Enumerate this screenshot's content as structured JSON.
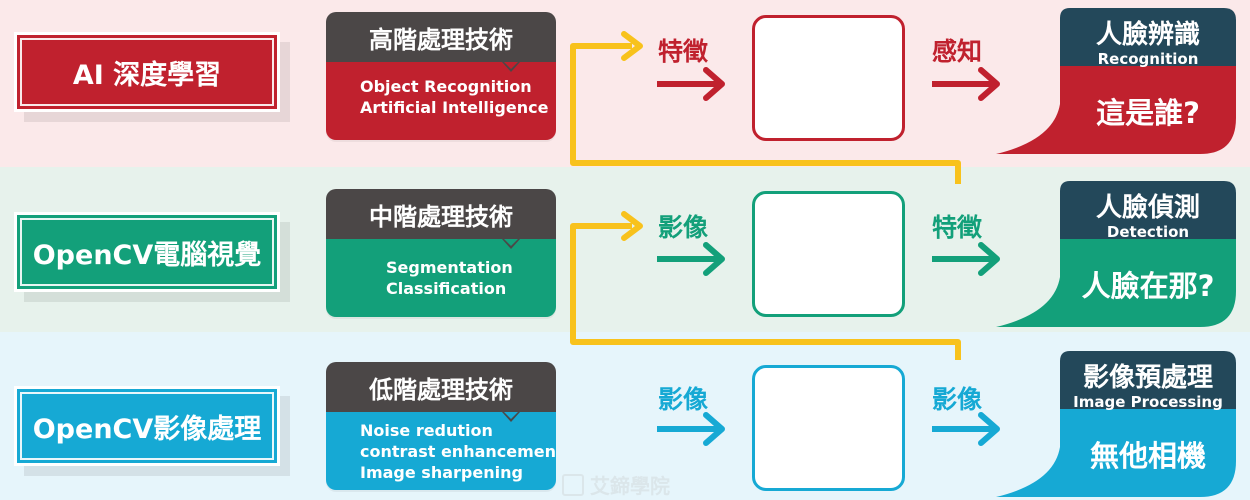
{
  "rows": [
    {
      "left_label": "AI 深度學習",
      "tech_title": "高階處理技術",
      "tech_lines": [
        "Object Recognition",
        "Artificial Intelligence"
      ],
      "in_label": "特徵",
      "out_label": "感知",
      "result_title": "人臉辨識",
      "result_sub": "Recognition",
      "result_question": "這是誰?",
      "color": "#c0212e"
    },
    {
      "left_label": "OpenCV電腦視覺",
      "tech_title": "中階處理技術",
      "tech_lines": [
        "Segmentation",
        "Classification"
      ],
      "in_label": "影像",
      "out_label": "特徵",
      "result_title": "人臉偵測",
      "result_sub": "Detection",
      "result_question": "人臉在那?",
      "color": "#13a07a"
    },
    {
      "left_label": "OpenCV影像處理",
      "tech_title": "低階處理技術",
      "tech_lines": [
        "Noise redution",
        "contrast enhancement",
        "Image sharpening"
      ],
      "in_label": "影像",
      "out_label": "影像",
      "result_title": "影像預處理",
      "result_sub": "Image Processing",
      "result_question": "無他相機",
      "color": "#16a9d4"
    }
  ],
  "colors": {
    "header": "#4b4747",
    "result_header": "#23485a",
    "flow_arrow": "#f8c21c"
  },
  "watermark": "艾鍗學院"
}
